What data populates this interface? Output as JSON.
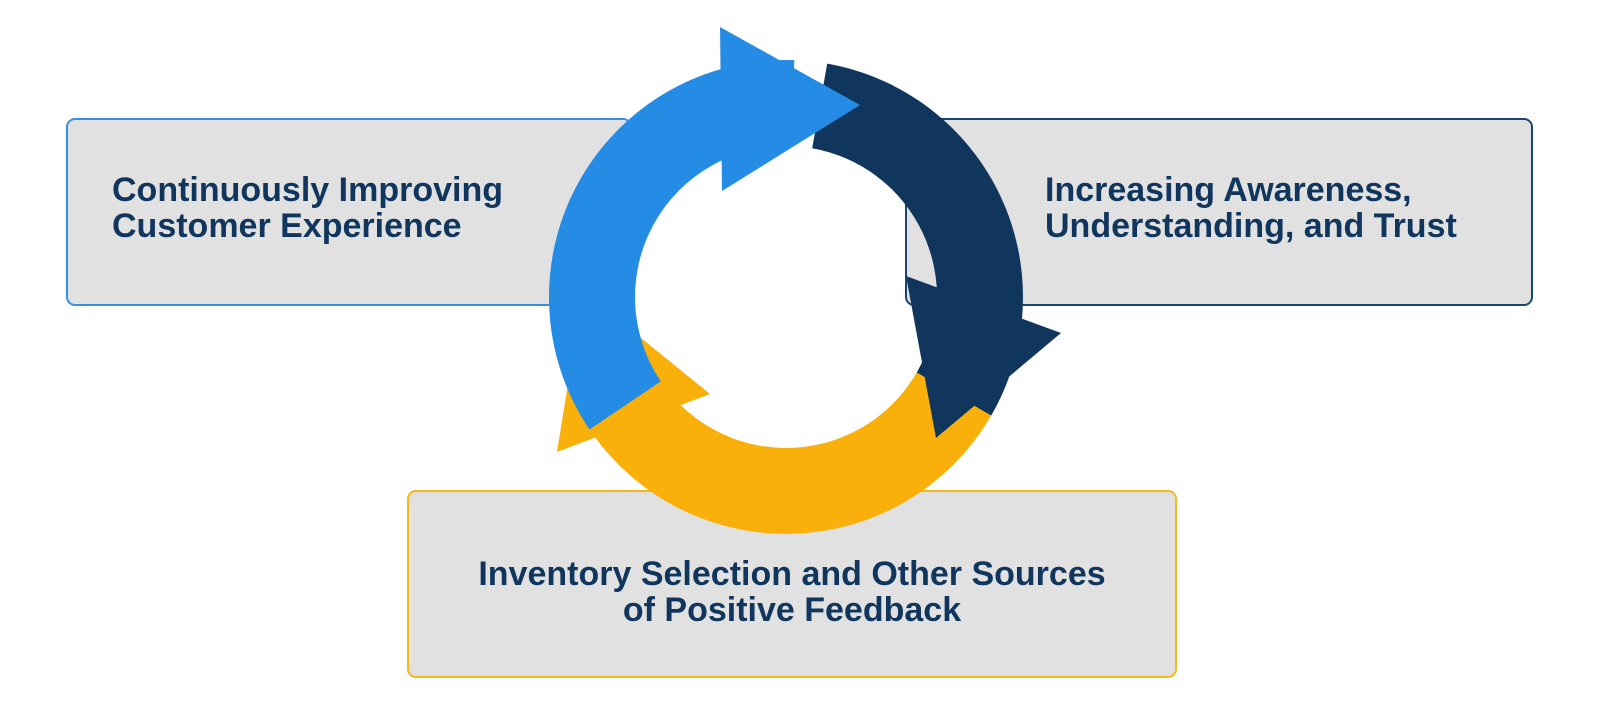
{
  "nodes": {
    "left": {
      "line1": "Continuously Improving",
      "line2": "Customer Experience"
    },
    "right": {
      "line1": "Increasing Awareness,",
      "line2": "Understanding, and Trust"
    },
    "bottom": {
      "line1": "Inventory Selection and Other Sources",
      "line2": "of Positive Feedback"
    }
  },
  "colors": {
    "arrow_light_blue": "#258ce6",
    "arrow_navy": "#10365e",
    "arrow_yellow": "#f9b00a",
    "box_fill": "#e1e1e1",
    "text": "#10365e"
  }
}
